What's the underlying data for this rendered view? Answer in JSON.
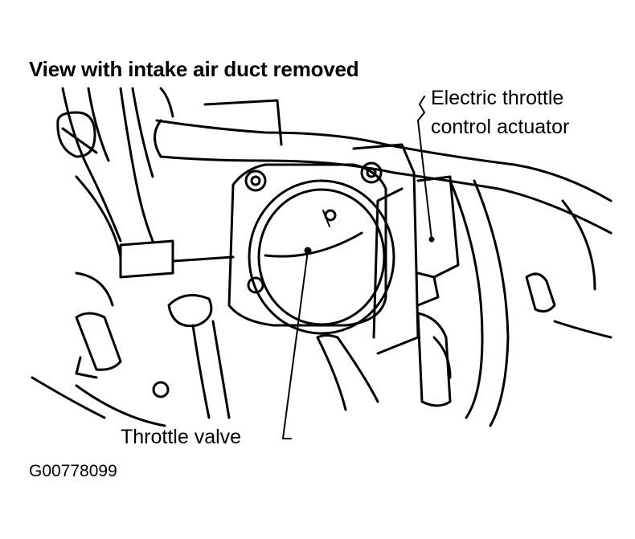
{
  "diagram": {
    "title": "View with intake air duct removed",
    "labels": {
      "actuator_line1": "Electric throttle",
      "actuator_line2": "control actuator",
      "throttle_valve": "Throttle valve"
    },
    "figure_id": "G00778099",
    "colors": {
      "ink": "#000000",
      "paper": "#ffffff"
    }
  }
}
